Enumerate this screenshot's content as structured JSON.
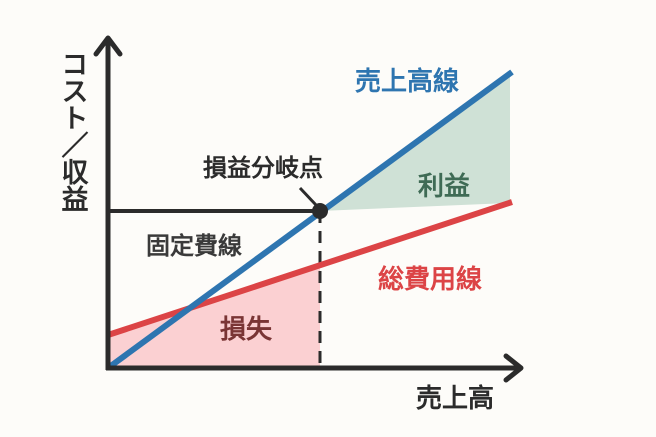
{
  "axes": {
    "y_label": "コスト／収益",
    "x_label": "売上高"
  },
  "labels": {
    "sales_line": "売上高線",
    "break_even": "損益分岐点",
    "profit": "利益",
    "fixed_cost": "固定費線",
    "total_cost": "総費用線",
    "loss": "損失"
  },
  "colors": {
    "sales": "#2e75b0",
    "total_cost": "#dc4446",
    "profit_fill": "#cfe1d6",
    "loss_fill": "#fbd0d2",
    "axis": "#2b2b2b"
  }
}
